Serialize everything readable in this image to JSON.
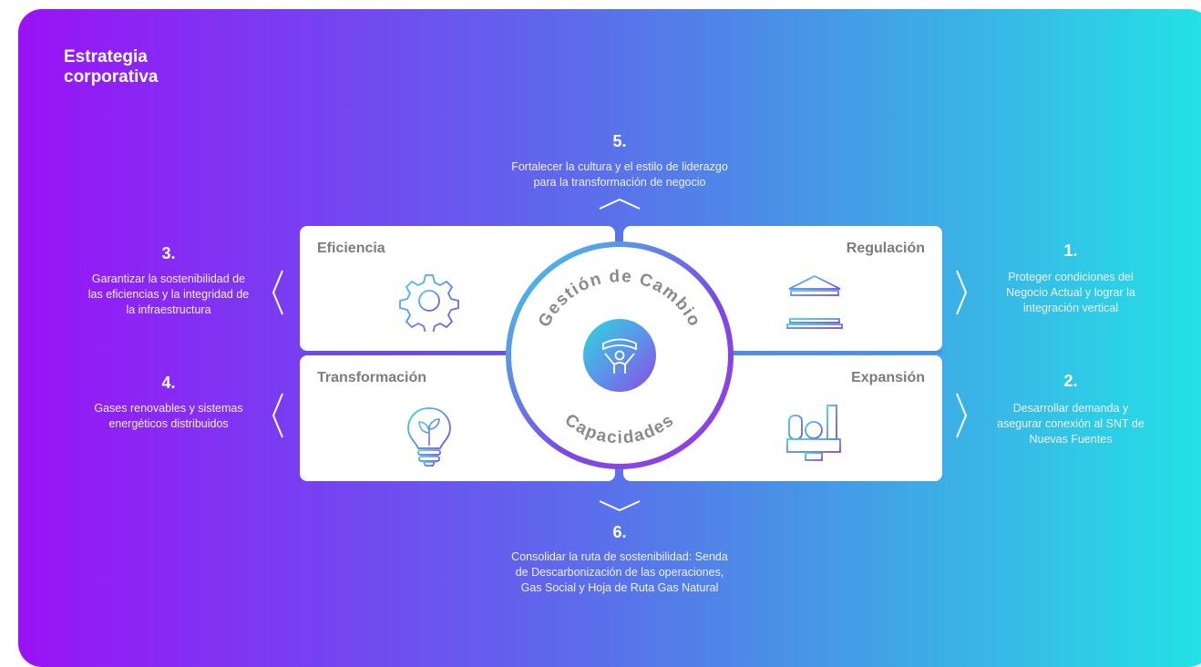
{
  "title": {
    "line1": "Estrategia",
    "line2": "corporativa"
  },
  "pillars": {
    "p1": {
      "number": "1.",
      "lines": [
        "Proteger condiciones del",
        "Negocio Actual y lograr la",
        "integración vertical"
      ]
    },
    "p2": {
      "number": "2.",
      "lines": [
        "Desarrollar demanda y",
        "asegurar conexión al SNT de",
        "Nuevas Fuentes"
      ]
    },
    "p3": {
      "number": "3.",
      "lines": [
        "Garantizar la sostenibilidad de",
        "las eficiencias y la integridad de",
        "la infraestructura"
      ]
    },
    "p4": {
      "number": "4.",
      "lines": [
        "Gases renovables y sistemas",
        "energéticos distribuidos"
      ]
    },
    "p5": {
      "number": "5.",
      "lines": [
        "Fortalecer la cultura y el estilo de liderazgo",
        "para la transformación de negocio"
      ]
    },
    "p6": {
      "number": "6.",
      "lines": [
        "Consolidar la ruta de sostenibilidad: Senda",
        "de Descarbonización de las operaciones,",
        "Gas Social y Hoja de Ruta Gas Natural"
      ]
    }
  },
  "quadrants": {
    "eficiencia": {
      "title": "Eficiencia",
      "icon": "gear-icon"
    },
    "regulacion": {
      "title": "Regulación",
      "icon": "building-columns-icon"
    },
    "transformacion": {
      "title": "Transformación",
      "icon": "lightbulb-leaf-icon"
    },
    "expansion": {
      "title": "Expansión",
      "icon": "industrial-plant-icon"
    }
  },
  "center": {
    "top_label": "Gestión de Cambio",
    "bottom_label": "Capacidades",
    "icon": "person-arms-up-icon"
  },
  "colors": {
    "gradient_start": "#9a12f6",
    "gradient_end": "#22e3e5",
    "card_title": "#7c7c80",
    "icon_stroke_start": "#3ed4e6",
    "icon_stroke_end": "#7b48e8"
  }
}
